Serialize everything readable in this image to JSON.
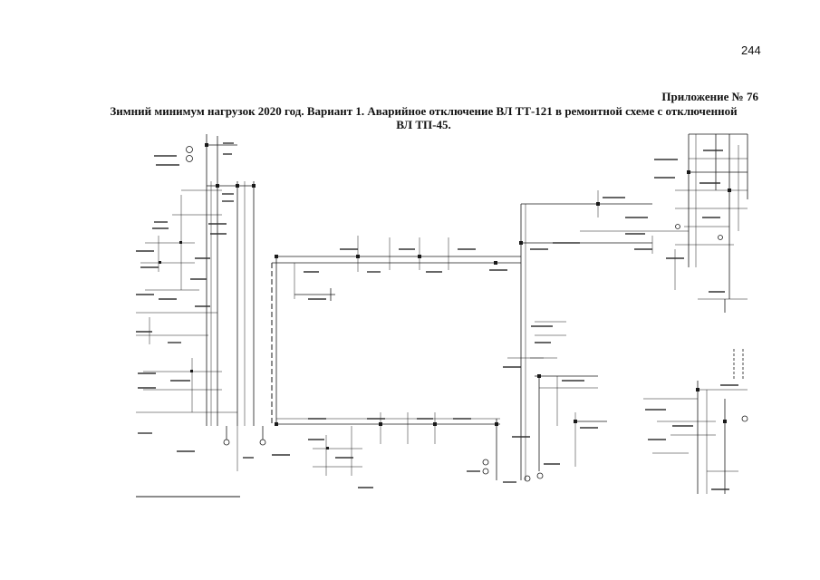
{
  "page": {
    "number": "244"
  },
  "header": {
    "appendix": "Приложение № 76",
    "title_line1": "Зимний минимум нагрузок 2020 год. Вариант 1. Аварийное отключение ВЛ ТТ-121 в ремонтной схеме с отключенной",
    "title_line2": "ВЛ ТП-45."
  },
  "colors": {
    "line": "#1a1a1a",
    "paper": "#ffffff"
  }
}
